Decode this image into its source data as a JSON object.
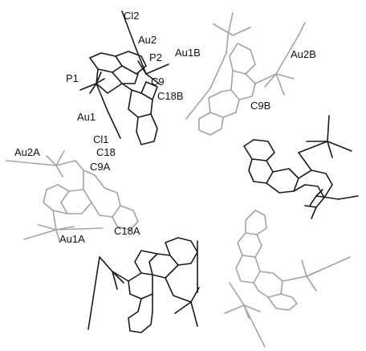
{
  "figure": {
    "style": {
      "dark_molecule_color": "#1a1a1a",
      "light_molecule_color": "#a3a3a3",
      "background": "#ffffff"
    },
    "labels": {
      "cl2": "Cl2",
      "au2": "Au2",
      "p2": "P2",
      "au1b": "Au1B",
      "au2b": "Au2B",
      "p1": "P1",
      "c9": "C9",
      "c18b": "C18B",
      "c9b": "C9B",
      "au1": "Au1",
      "cl1": "Cl1",
      "c18": "C18",
      "au2a": "Au2A",
      "c9a": "C9A",
      "c18a": "C18A",
      "au1a": "Au1A"
    }
  }
}
